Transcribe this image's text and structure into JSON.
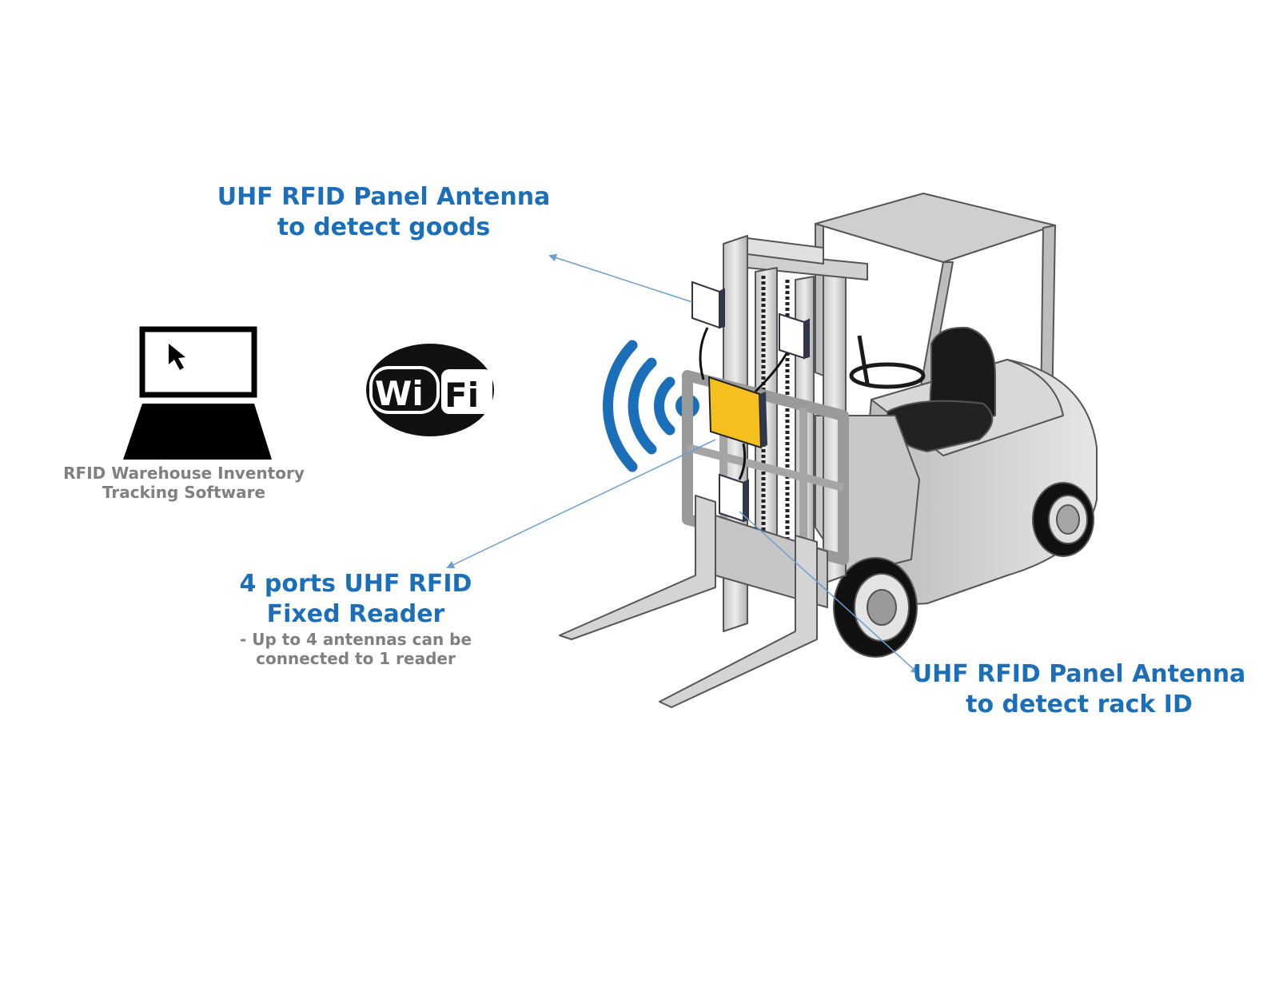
{
  "labels": {
    "goods_antenna": {
      "line1": "UHF RFID Panel Antenna",
      "line2": "to detect goods"
    },
    "software": {
      "line1": "RFID Warehouse Inventory",
      "line2": "Tracking Software"
    },
    "reader": {
      "line1": "4 ports UHF RFID",
      "line2": "Fixed Reader"
    },
    "reader_note": {
      "line1": "- Up to 4 antennas can be",
      "line2": "connected to 1 reader"
    },
    "rack_antenna": {
      "line1": "UHF RFID Panel Antenna",
      "line2": "to detect rack ID"
    }
  },
  "wifi_logo": {
    "left": "Wi",
    "right": "Fi"
  },
  "icons": [
    "laptop-icon",
    "cursor-icon",
    "wifi-logo-icon",
    "wireless-signal-icon",
    "forklift-icon",
    "rfid-reader-icon",
    "panel-antenna-icon"
  ],
  "colors": {
    "label_blue": "#1b6fb8",
    "label_grey": "#808080",
    "signal_blue": "#1b6fb8",
    "reader_yellow": "#f5c01e",
    "arrow_blue": "#6a9fd0"
  }
}
